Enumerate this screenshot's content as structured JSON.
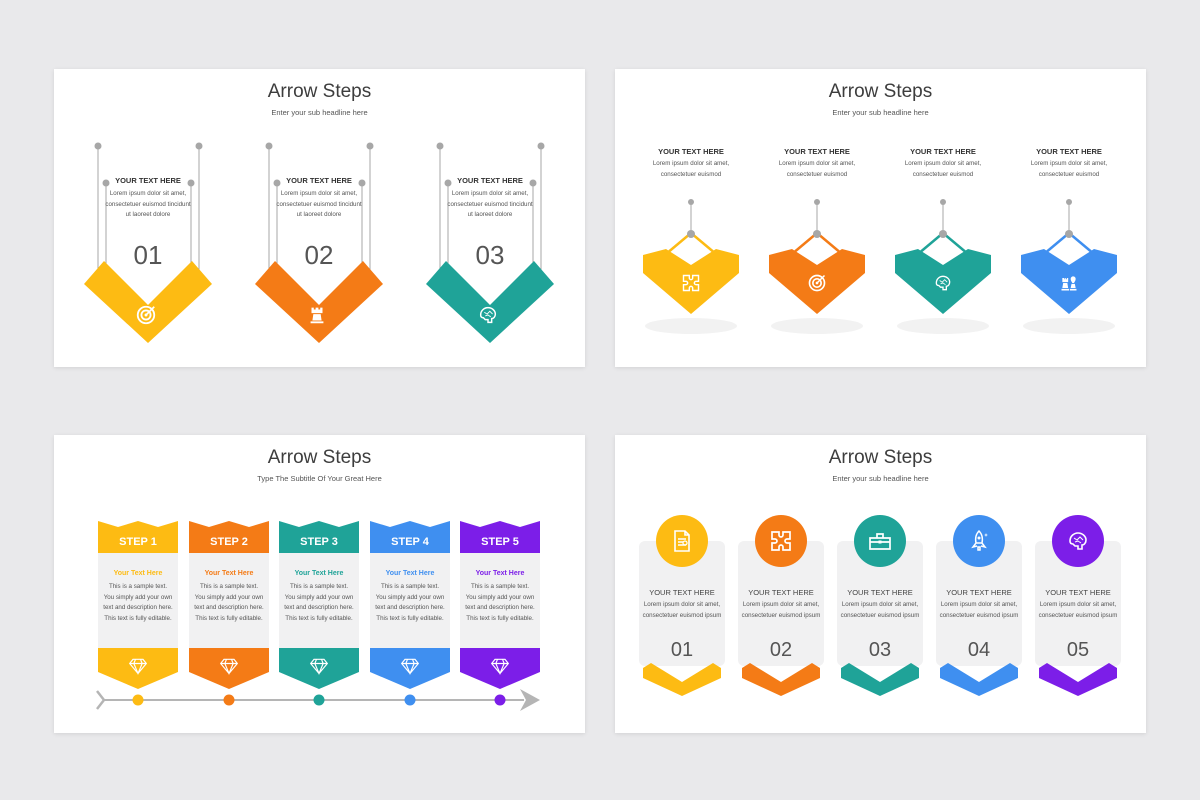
{
  "colors": {
    "yellow": "#fdbb13",
    "orange": "#f47b16",
    "teal": "#1fa398",
    "blue": "#3f8ff0",
    "purple": "#7c1ee8",
    "line": "#a7a7a7"
  },
  "slides": {
    "s1": {
      "title": "Arrow Steps",
      "subtitle": "Enter your sub headline here",
      "items": [
        {
          "head": "YOUR TEXT HERE",
          "body": "Lorem ipsum dolor sit amet, consectetuer euismod tincidunt ut laoreet dolore",
          "num": "01",
          "color": "yellow",
          "icon": "target-icon"
        },
        {
          "head": "YOUR TEXT HERE",
          "body": "Lorem ipsum dolor sit amet, consectetuer euismod tincidunt ut laoreet dolore",
          "num": "02",
          "color": "orange",
          "icon": "chess-rook-icon"
        },
        {
          "head": "YOUR TEXT HERE",
          "body": "Lorem ipsum dolor sit amet, consectetuer euismod tincidunt ut laoreet dolore",
          "num": "03",
          "color": "teal",
          "icon": "brain-icon"
        }
      ]
    },
    "s2": {
      "title": "Arrow Steps",
      "subtitle": "Enter your sub headline here",
      "items": [
        {
          "head": "YOUR TEXT HERE",
          "body": "Lorem ipsum dolor sit amet, consectetuer euismod",
          "color": "yellow",
          "icon": "puzzle-icon"
        },
        {
          "head": "YOUR TEXT HERE",
          "body": "Lorem ipsum dolor sit amet, consectetuer euismod",
          "color": "orange",
          "icon": "target-icon"
        },
        {
          "head": "YOUR TEXT HERE",
          "body": "Lorem ipsum dolor sit amet, consectetuer euismod",
          "color": "teal",
          "icon": "brain-icon"
        },
        {
          "head": "YOUR TEXT HERE",
          "body": "Lorem ipsum dolor sit amet, consectetuer euismod",
          "color": "blue",
          "icon": "chess-icon"
        }
      ]
    },
    "s3": {
      "title": "Arrow Steps",
      "subtitle": "Type The Subtitle Of Your Great Here",
      "items": [
        {
          "label": "STEP 1",
          "head": "Your Text Here",
          "body": "This is a sample text. You simply add your own text and description here. This text is fully editable.",
          "color": "yellow",
          "icon": "diamond-icon"
        },
        {
          "label": "STEP 2",
          "head": "Your Text Here",
          "body": "This is a sample text. You simply add your own text and description here. This text is fully editable.",
          "color": "orange",
          "icon": "diamond-icon"
        },
        {
          "label": "STEP 3",
          "head": "Your Text Here",
          "body": "This is a sample text. You simply add your own text and description here. This text is fully editable.",
          "color": "teal",
          "icon": "diamond-icon"
        },
        {
          "label": "STEP 4",
          "head": "Your Text Here",
          "body": "This is a sample text. You simply add your own text and description here. This text is fully editable.",
          "color": "blue",
          "icon": "diamond-icon"
        },
        {
          "label": "STEP 5",
          "head": "Your Text Here",
          "body": "This is a sample text. You simply add your own text and description here. This text is fully editable.",
          "color": "purple",
          "icon": "diamond-icon"
        }
      ]
    },
    "s4": {
      "title": "Arrow Steps",
      "subtitle": "Enter your sub headline here",
      "items": [
        {
          "head": "YOUR TEXT HERE",
          "body": "Lorem ipsum dolor sit amet, consectetuer euismod ipsum",
          "num": "01",
          "color": "yellow",
          "icon": "document-icon"
        },
        {
          "head": "YOUR TEXT HERE",
          "body": "Lorem ipsum dolor sit amet, consectetuer euismod ipsum",
          "num": "02",
          "color": "orange",
          "icon": "puzzle-icon"
        },
        {
          "head": "YOUR TEXT HERE",
          "body": "Lorem ipsum dolor sit amet, consectetuer euismod ipsum",
          "num": "03",
          "color": "teal",
          "icon": "toolbox-icon"
        },
        {
          "head": "YOUR TEXT HERE",
          "body": "Lorem ipsum dolor sit amet, consectetuer euismod ipsum",
          "num": "04",
          "color": "blue",
          "icon": "rocket-icon"
        },
        {
          "head": "YOUR TEXT HERE",
          "body": "Lorem ipsum dolor sit amet, consectetuer euismod ipsum",
          "num": "05",
          "color": "purple",
          "icon": "brain-icon"
        }
      ]
    }
  }
}
